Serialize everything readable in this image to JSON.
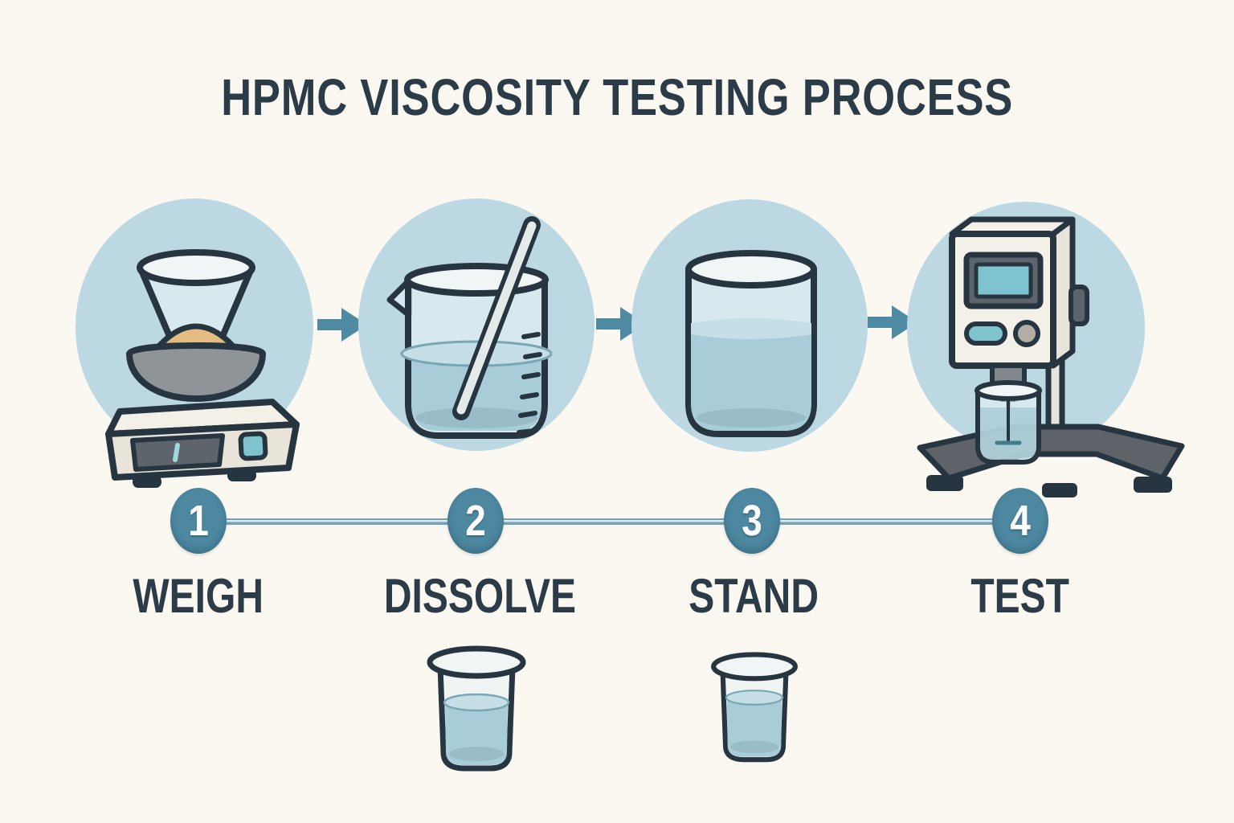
{
  "title": "HPMC VISCOSITY TESTING PROCESS",
  "steps": [
    {
      "number": "1",
      "label": "WEIGH",
      "icon": "weighing-scale-icon"
    },
    {
      "number": "2",
      "label": "DISSOLVE",
      "icon": "beaker-stirring-rod-icon"
    },
    {
      "number": "3",
      "label": "STAND",
      "icon": "standing-container-icon"
    },
    {
      "number": "4",
      "label": "TEST",
      "icon": "viscometer-icon"
    }
  ],
  "connectors": {
    "arrow_icon": "arrow-right-icon",
    "count": 3
  },
  "footer_items": [
    {
      "icon": "beaker-icon",
      "under_step": "DISSOLVE"
    },
    {
      "icon": "beaker-icon",
      "under_step": "STAND"
    }
  ],
  "colors": {
    "background": "#faf8f1",
    "title_text": "#2c3b48",
    "label_text": "#2c3b48",
    "circle_bg": "#bcd9e3",
    "arrow": "#4e8aa2",
    "timeline_line": "#72a4b5",
    "timeline_line_light": "#d8e8ec",
    "badge_bg": "#4d87a0",
    "badge_text": "#ffffff",
    "outline": "#263540",
    "glass": "#e9f2f5",
    "glass_rim": "#f0f5f6",
    "liquid": "#a9cdd8",
    "liquid_surface": "#c6dfe7",
    "powder": "#e3bc81",
    "bowl_gray": "#8f9498",
    "body_cream": "#f3f0e8",
    "body_cream_dark": "#e8e4da",
    "panel_gray": "#5d646b",
    "teal_accent": "#7fc3cf",
    "metal_gray": "#82888d",
    "base_gray": "#5d6368",
    "dark": "#263540"
  }
}
